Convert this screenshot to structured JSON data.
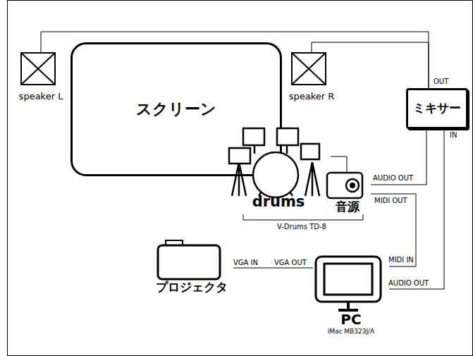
{
  "diagram": {
    "nodes": [
      {
        "text": [
          "speaker L"
        ]
      },
      {
        "text": [
          "スクリーン"
        ]
      },
      {
        "text": [
          "speaker R"
        ]
      },
      {
        "text": [
          "ミキサー"
        ]
      },
      {
        "text": [
          "drums"
        ]
      },
      {
        "text": [
          "音源"
        ]
      },
      {
        "text": [
          "プロジェクタ"
        ]
      },
      {
        "text": [
          "PC",
          "iMac MB323J/A"
        ]
      }
    ],
    "edges": [
      {
        "from": 3,
        "to": 0,
        "arrow": "none"
      },
      {
        "from": 3,
        "to": 2,
        "arrow": "none"
      },
      {
        "from": 4,
        "to": 5,
        "arrow": "none"
      },
      {
        "from": 5,
        "to": 3,
        "arrow": "none"
      },
      {
        "from": 5,
        "to": 7,
        "arrow": "none"
      },
      {
        "from": 7,
        "to": 3,
        "arrow": "none"
      },
      {
        "from": 7,
        "to": 6,
        "arrow": "none"
      }
    ],
    "labels": [
      "OUT",
      "IN",
      "AUDIO OUT",
      "MIDI OUT",
      "V-Drums TD-8",
      "MIDI IN",
      "AUDIO OUT",
      "VGA IN",
      "VGA OUT"
    ]
  }
}
